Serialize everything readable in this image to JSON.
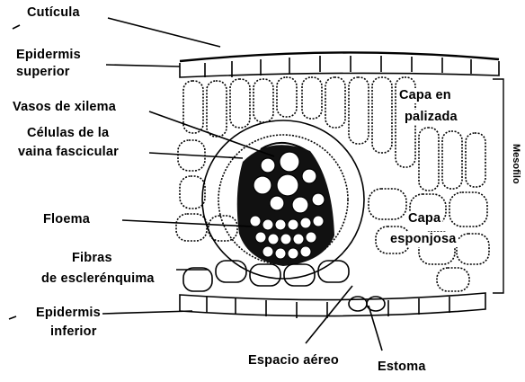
{
  "labels": {
    "cuticula": "Cutícula",
    "epidermis_superior_1": "Epidermis",
    "epidermis_superior_2": "superior",
    "vasos_xilema": "Vasos de xilema",
    "celulas_vaina_1": "Células de la",
    "celulas_vaina_2": "vaina fascicular",
    "floema": "Floema",
    "fibras_1": "Fibras",
    "fibras_2": "de esclerénquima",
    "epidermis_inferior_1": "Epidermis",
    "epidermis_inferior_2": "inferior",
    "espacio_aereo": "Espacio aéreo",
    "estoma": "Estoma",
    "capa_empalizada_1": "Capa en",
    "capa_empalizada_2": "palizada",
    "capa_esponjosa_1": "Capa",
    "capa_esponjosa_2": "esponjosa",
    "mesofilo": "Mesofilo"
  },
  "colors": {
    "ink": "#000000",
    "paper": "#ffffff"
  }
}
